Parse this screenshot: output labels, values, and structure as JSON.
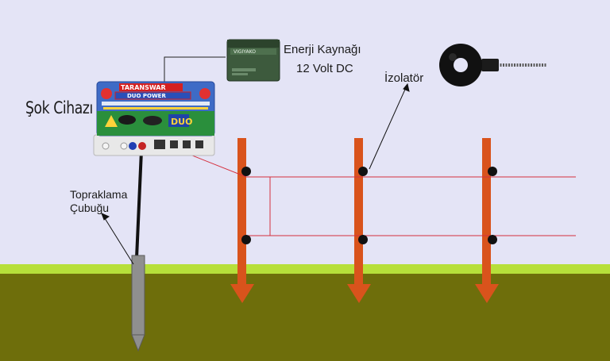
{
  "labels": {
    "device": "Şok Cihazı",
    "energy_source": "Enerji Kaynağı",
    "voltage": "12 Volt DC",
    "insulator": "İzolatör",
    "ground_rod_line1": "Topraklama",
    "ground_rod_line2": "Çubuğu"
  },
  "device_face": {
    "brand": "TARANSWAR",
    "model": "DUO POWER",
    "badge": "DUO"
  },
  "battery_face": {
    "brand": "VIGIYAKO"
  },
  "colors": {
    "sky": "#e4e4f6",
    "ground": "#6e6e0b",
    "grass": "#b7df3a",
    "post": "#d9531c",
    "wire": "#d5313f",
    "lead": "#222222"
  },
  "icons": [
    "shock-device-icon",
    "battery-icon",
    "insulator-icon",
    "ground-rod-icon"
  ]
}
